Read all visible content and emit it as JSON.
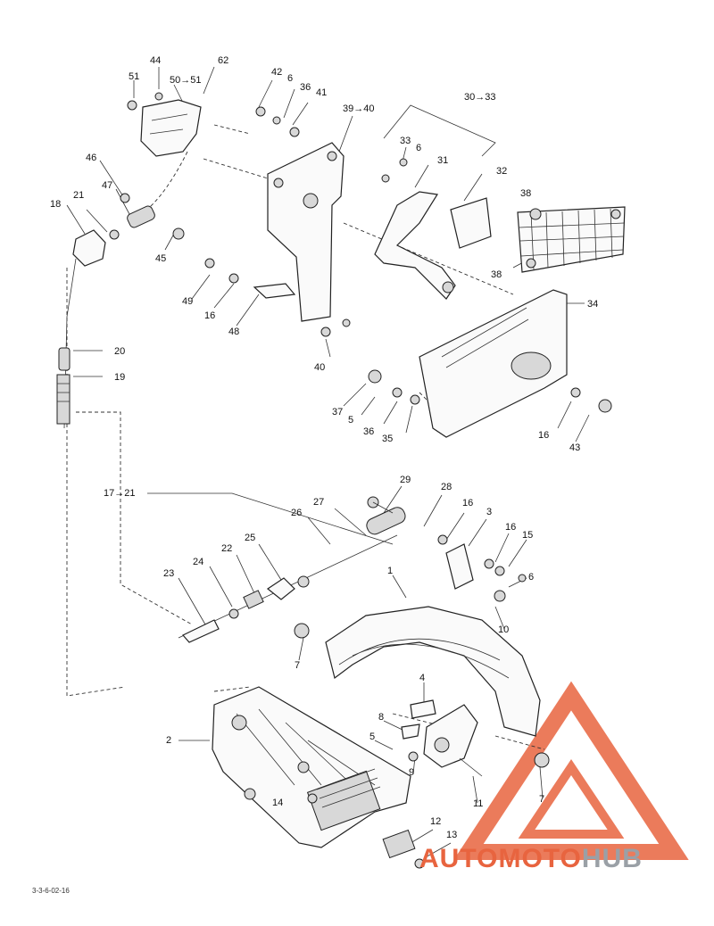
{
  "labels": {
    "p44": "44",
    "p62": "62",
    "p51": "51",
    "p50_51": "50→51",
    "p42": "42",
    "p6a": "6",
    "p36a": "36",
    "p41": "41",
    "p39_40": "39→40",
    "p30_33": "30→33",
    "p33": "33",
    "p6b": "6",
    "p31": "31",
    "p32": "32",
    "p38a": "38",
    "p46": "46",
    "p47": "47",
    "p21a": "21",
    "p18": "18",
    "p45": "45",
    "p38b": "38",
    "p34": "34",
    "p49": "49",
    "p16a": "16",
    "p48": "48",
    "p40": "40",
    "p20": "20",
    "p19": "19",
    "p37": "37",
    "p5a": "5",
    "p36b": "36",
    "p35": "35",
    "p16b": "16",
    "p43": "43",
    "p17_21": "17→21",
    "p29": "29",
    "p28": "28",
    "p27": "27",
    "p26": "26",
    "p16c": "16",
    "p3": "3",
    "p16d": "16",
    "p15": "15",
    "p25": "25",
    "p22": "22",
    "p24": "24",
    "p23": "23",
    "p1": "1",
    "p6c": "6",
    "p10": "10",
    "p7a": "7",
    "p4": "4",
    "p8": "8",
    "p5b": "5",
    "p9": "9",
    "p2": "2",
    "p7b": "7",
    "p11": "11",
    "p14": "14",
    "p12": "12",
    "p13": "13"
  },
  "drawing_code": "3-3-6-02-16",
  "watermark": {
    "part1": "AUTOMOTO",
    "part2": "HUB",
    "color_main": "#e8643f",
    "color_hub": "#9aa0a6"
  },
  "colors": {
    "line": "#222222",
    "background": "#ffffff",
    "watermark_red": "#e8643f"
  }
}
